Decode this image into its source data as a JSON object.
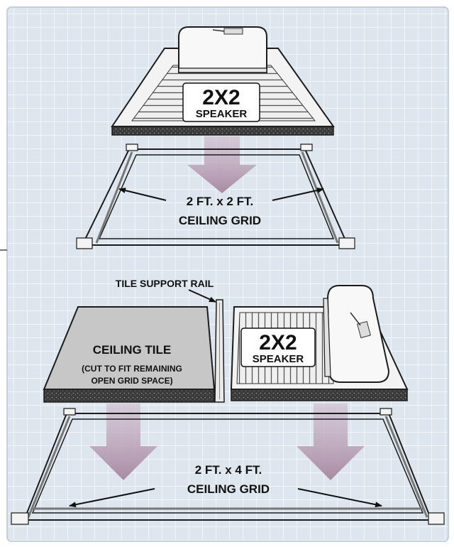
{
  "colors": {
    "background": "#dde6ee",
    "grid_lines": "#ffffff",
    "flow_arrow": "#b79ab1",
    "outline": "#1c1c1c",
    "panel": "#f2f2f2",
    "speaker_body": "#f7f7f7",
    "tile": "#c8c8c8"
  },
  "top_section": {
    "speaker_badge": {
      "line1": "2X2",
      "line2": "SPEAKER"
    },
    "grid_label": {
      "line1": "2 FT. x 2 FT.",
      "line2": "CEILING GRID"
    }
  },
  "bottom_section": {
    "rail_label": "TILE SUPPORT RAIL",
    "tile_label": {
      "title": "CEILING TILE",
      "note_line1": "(CUT TO FIT REMAINING",
      "note_line2": "OPEN GRID SPACE)"
    },
    "speaker_badge": {
      "line1": "2X2",
      "line2": "SPEAKER"
    },
    "grid_label": {
      "line1": "2 FT. x 4 FT.",
      "line2": "CEILING GRID"
    }
  }
}
